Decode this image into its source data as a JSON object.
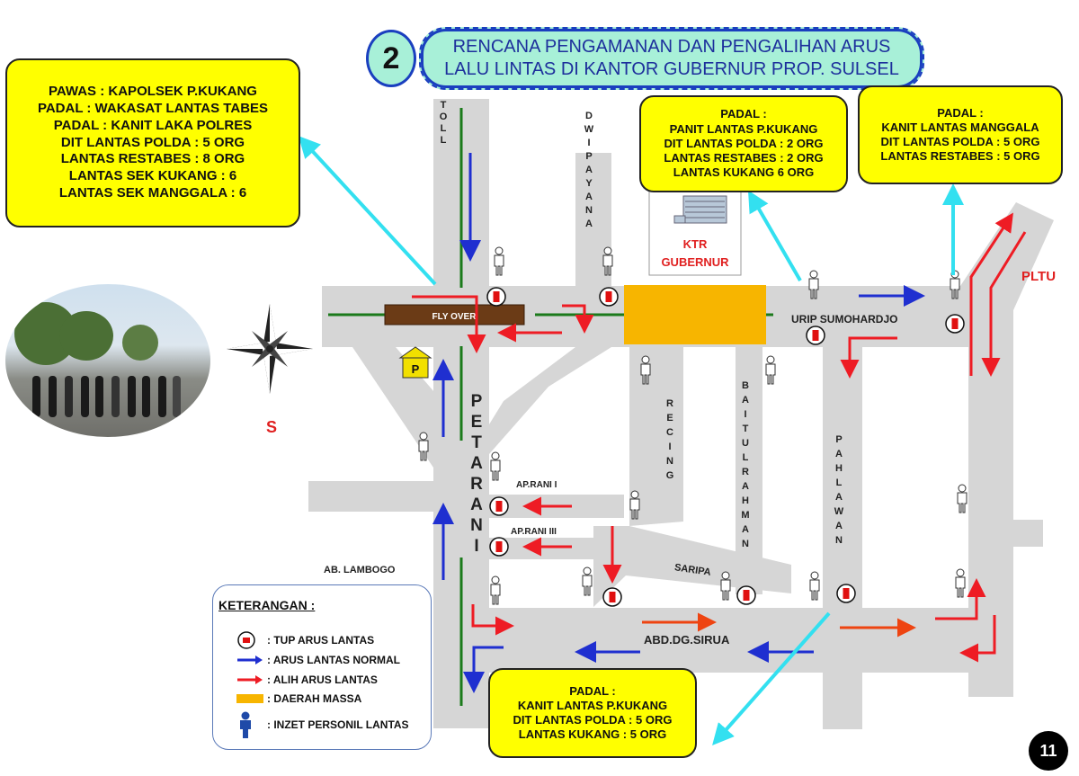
{
  "slide_number": "2",
  "title_lines": [
    "RENCANA PENGAMANAN DAN PENGALIHAN ARUS",
    "LALU LINTAS DI KANTOR GUBERNUR PROP. SULSEL"
  ],
  "page_number": "11",
  "boxes": {
    "top_left": [
      "PAWAS : KAPOLSEK P.KUKANG",
      "PADAL : WAKASAT LANTAS TABES",
      "PADAL : KANIT LAKA POLRES",
      "DIT LANTAS POLDA : 5 ORG",
      "LANTAS RESTABES : 8 ORG",
      "LANTAS SEK KUKANG : 6",
      "LANTAS SEK MANGGALA : 6"
    ],
    "top_center": [
      "PADAL :",
      "PANIT LANTAS P.KUKANG",
      "DIT LANTAS POLDA : 2 ORG",
      "LANTAS RESTABES : 2 ORG",
      "LANTAS KUKANG 6 ORG"
    ],
    "top_right": [
      "PADAL :",
      "KANIT LANTAS MANGGALA",
      "DIT LANTAS POLDA : 5 ORG",
      "LANTAS RESTABES : 5 ORG"
    ],
    "bottom": [
      "PADAL :",
      "KANIT LANTAS P.KUKANG",
      "DIT LANTAS POLDA : 5 ORG",
      "LANTAS KUKANG  : 5 ORG"
    ]
  },
  "roads": {
    "toll": "TOLL",
    "dwipayana": "DWIPAYANA",
    "petarani": "PETARANI",
    "recing": "RECING",
    "baitul_rahman": "BAITUL RAHMAN",
    "pahlawan": "PAHLAWAN",
    "urip": "URIP SUMOHARDJO",
    "ap_rani_1": "AP.RANI I",
    "ap_rani_3": "AP.RANI III",
    "ab_lambogo": "AB. LAMBOGO",
    "saripa": "SARIPA",
    "sirua": "ABD.DG.SIRUA",
    "flyover": "FLY OVER"
  },
  "landmarks": {
    "ktr_line1": "KTR",
    "ktr_line2": "GUBERNUR",
    "pltu": "PLTU",
    "compass": "S"
  },
  "legend": {
    "title": "KETERANGAN :",
    "items": [
      {
        "icon": "tup-icon",
        "label": ": TUP ARUS LANTAS"
      },
      {
        "icon": "blue-arrow-icon",
        "label": ": ARUS LANTAS NORMAL"
      },
      {
        "icon": "red-arrow-icon",
        "label": ":  ALIH ARUS LANTAS"
      },
      {
        "icon": "mass-area-icon",
        "label": ": DAERAH MASSA"
      },
      {
        "icon": "personnel-icon",
        "label": ": INZET PERSONIL LANTAS"
      }
    ]
  },
  "colors": {
    "road": "#d6d6d6",
    "mass_area": "#f7b500",
    "normal_arrow": "#1f2fd0",
    "divert_arrow": "#ee1c24",
    "info_box": "#ffff00",
    "pointer_line": "#33e0f0",
    "median": "#1b7a1b"
  }
}
